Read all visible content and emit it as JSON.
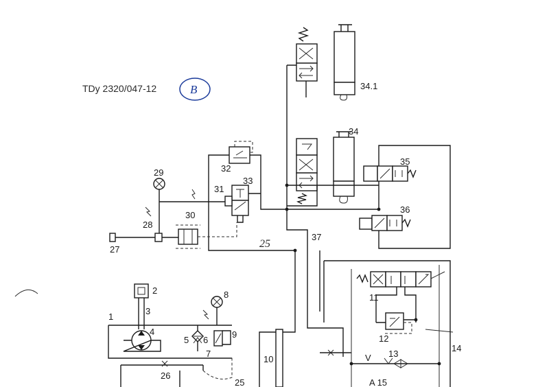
{
  "document": {
    "drawing_number": "TDy 2320/047-12",
    "revision": "B",
    "handwritten_note": "25"
  },
  "labels": {
    "c1": "1",
    "c2": "2",
    "c3": "3",
    "c4": "4",
    "c5": "5",
    "c6": "6",
    "c7": "7",
    "c8": "8",
    "c9": "9",
    "c10": "10",
    "c11": "11",
    "c12": "12",
    "c13": "13",
    "c14": "14",
    "c15": "A 15",
    "c25": "25",
    "c26": "26",
    "c27": "27",
    "c28": "28",
    "c29": "29",
    "c30": "30",
    "c31": "31",
    "c32": "32",
    "c33": "33",
    "c34": "34",
    "c34_1": "34.1",
    "c35": "35",
    "c36": "36",
    "c37": "37",
    "v": "V"
  }
}
